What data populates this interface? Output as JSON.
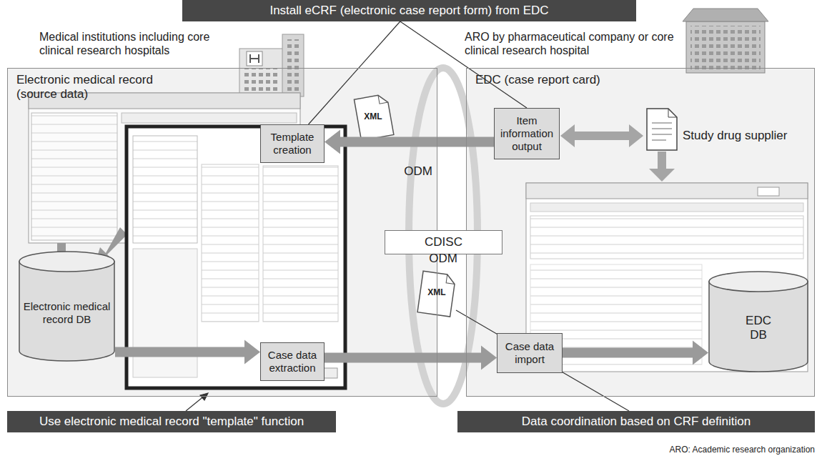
{
  "diagram": {
    "nodes": [
      {
        "text": [
          "Electronic medical record (source data)"
        ]
      },
      {
        "text": [
          "Template creation"
        ],
        "in": 0
      },
      {
        "text": [
          "Electronic medical record DB"
        ],
        "in": 0
      },
      {
        "text": [
          "Case data extraction"
        ],
        "in": 0
      },
      {
        "text": [
          "EDC (case report card)"
        ]
      },
      {
        "text": [
          "Item information output"
        ],
        "in": 4
      },
      {
        "text": [
          "EDC DB"
        ],
        "in": 4
      },
      {
        "text": [
          "Case data import"
        ],
        "in": 4
      },
      {
        "text": [
          "CDISC"
        ]
      },
      {
        "text": [
          "Install eCRF (electronic case report form) from EDC"
        ]
      },
      {
        "text": [
          "Use electronic medical record \"template\" function"
        ]
      },
      {
        "text": [
          "Data coordination based on CRF definition"
        ]
      }
    ],
    "edges": [
      {
        "from": 5,
        "to": 1,
        "arrow": "to"
      },
      {
        "from": 2,
        "to": 3,
        "arrow": "to"
      },
      {
        "from": 3,
        "to": 7,
        "arrow": "to"
      },
      {
        "from": 7,
        "to": 6,
        "arrow": "to"
      },
      {
        "from": 9,
        "to": 1,
        "arrow": "none"
      },
      {
        "from": 9,
        "to": 5,
        "arrow": "none"
      }
    ],
    "labels": [
      "Medical institutions including core clinical research hospitals",
      "ARO by pharmaceutical company or core clinical research hospital",
      "Study drug supplier",
      "ODM",
      "XML",
      "ODM",
      "XML",
      "ARO: Academic research organization"
    ]
  }
}
